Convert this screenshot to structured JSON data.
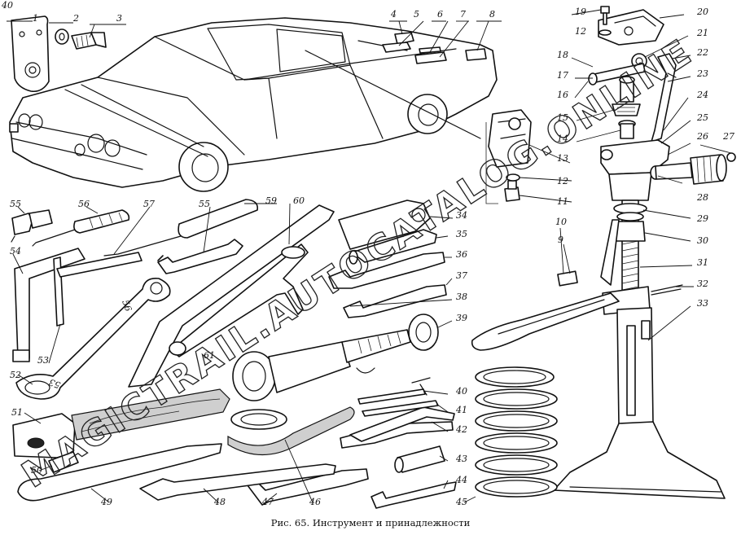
{
  "figure": {
    "caption": "Рис. 65. Инструмент и принадлежности",
    "corner_mark": "40"
  },
  "watermark": "MAGICTRAIL.AUTOCATALOG.ONLINE",
  "callouts": [
    "1",
    "2",
    "3",
    "4",
    "5",
    "6",
    "7",
    "8",
    "9",
    "10",
    "11",
    "12",
    "12",
    "13",
    "14",
    "15",
    "16",
    "17",
    "18",
    "19",
    "20",
    "21",
    "22",
    "23",
    "24",
    "25",
    "26",
    "27",
    "28",
    "29",
    "30",
    "31",
    "32",
    "33",
    "34",
    "35",
    "36",
    "37",
    "38",
    "39",
    "40",
    "41",
    "42",
    "43",
    "44",
    "45",
    "46",
    "47",
    "48",
    "49",
    "50",
    "51",
    "52",
    "53",
    "54",
    "55",
    "55",
    "56",
    "57",
    "59",
    "60",
    "61",
    "56",
    "53"
  ]
}
